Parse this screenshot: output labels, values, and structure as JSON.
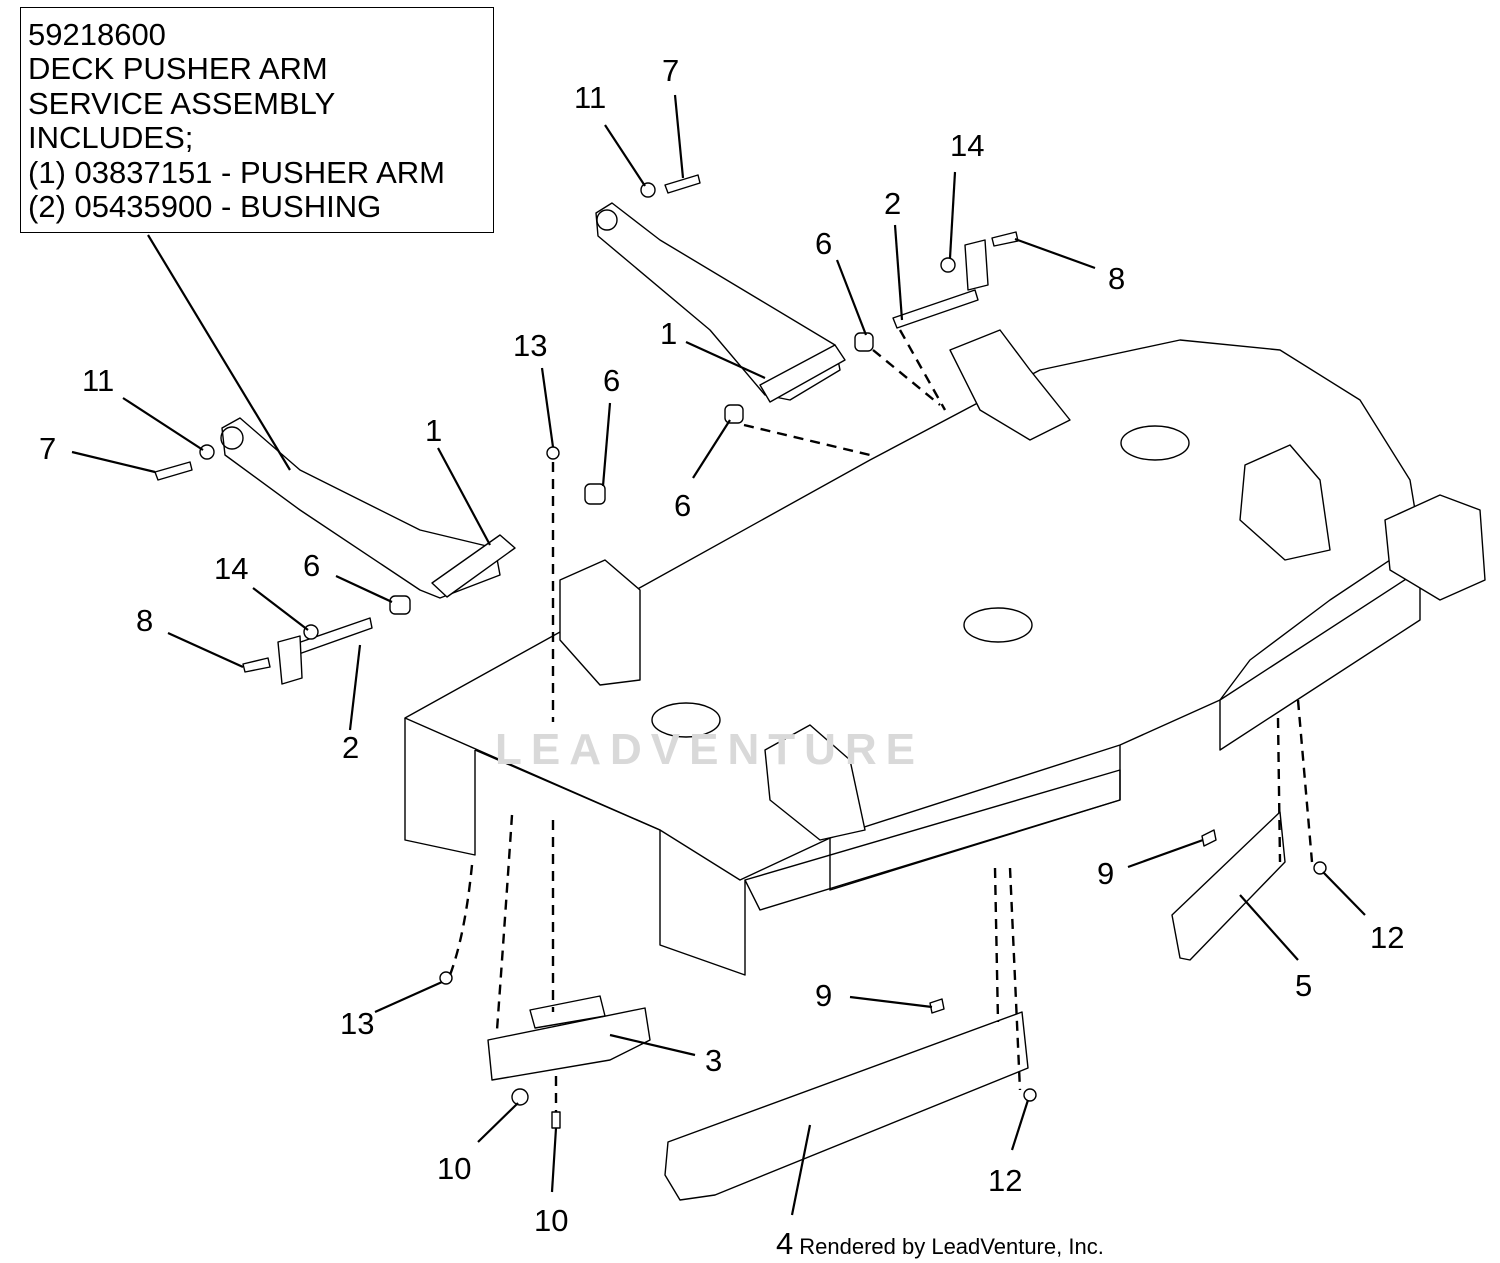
{
  "callout": {
    "lines": [
      "59218600",
      "DECK PUSHER ARM",
      "SERVICE ASSEMBLY",
      "INCLUDES;",
      "(1) 03837151 - PUSHER ARM",
      "(2) 05435900 - BUSHING"
    ]
  },
  "part_labels": [
    "1",
    "2",
    "3",
    "4",
    "5",
    "6",
    "7",
    "8",
    "9",
    "10",
    "11",
    "12",
    "13",
    "14"
  ],
  "watermark": "LEADVENTURE",
  "credit": {
    "text": "Rendered by LeadVenture, Inc."
  },
  "colors": {
    "line": "#000000",
    "fill": "#ffffff",
    "watermark": "#d9d9d9"
  }
}
